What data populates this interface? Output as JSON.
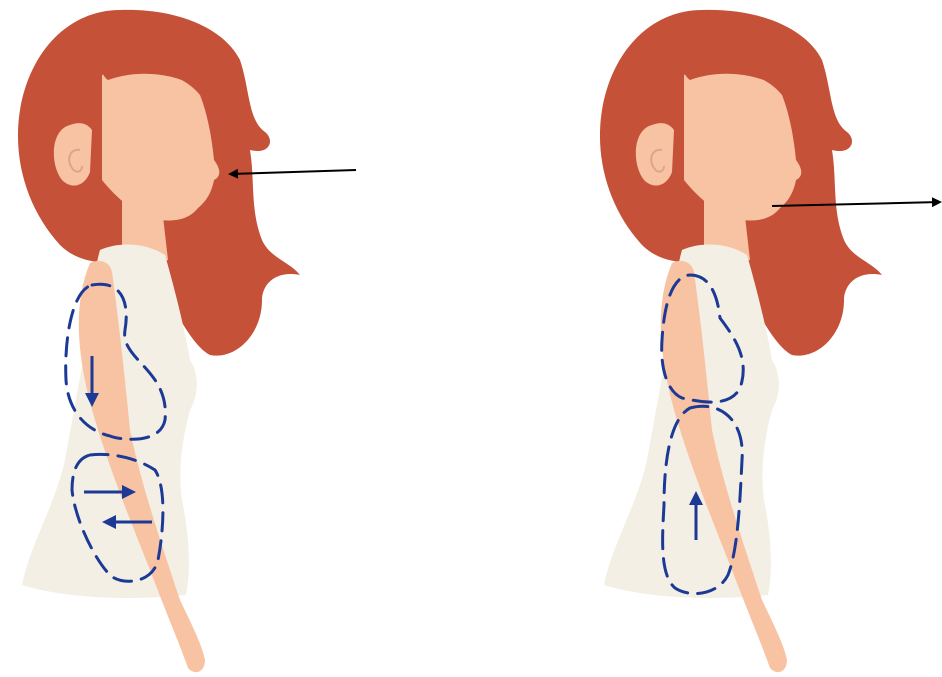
{
  "figures": [
    {
      "id": "inhale",
      "nose_arrow_direction": "inward",
      "body_arrows": [
        "down",
        "right",
        "left"
      ]
    },
    {
      "id": "exhale",
      "nose_arrow_direction": "outward",
      "body_arrows": [
        "up"
      ]
    }
  ],
  "colors": {
    "hair": "#c65139",
    "skin": "#f8c3a3",
    "ear_line": "#dca489",
    "top": "#f3efe5",
    "dash": "#1c3a95",
    "arrow": "#000000"
  },
  "icons": [
    "woman-figure-icon",
    "nose-arrow-icon",
    "dashed-loop-icon",
    "blue-arrow-icon"
  ]
}
